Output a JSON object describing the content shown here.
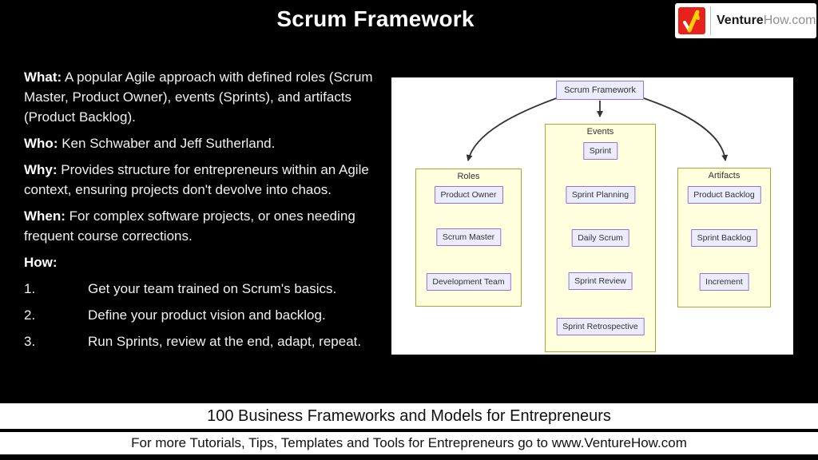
{
  "title": "Scrum Framework",
  "logo": {
    "brand_bold": "Venture",
    "brand_gray": "How.com",
    "mark": "red-square-yellow-check"
  },
  "description": {
    "paragraphs": [
      {
        "label": "What:",
        "text": "A popular Agile approach with defined roles (Scrum Master, Product Owner), events (Sprints), and artifacts (Product Backlog)."
      },
      {
        "label": "Who:",
        "text": "Ken Schwaber and Jeff Sutherland."
      },
      {
        "label": "Why:",
        "text": "Provides structure for entrepreneurs within an Agile context, ensuring projects don't devolve into chaos."
      },
      {
        "label": "When:",
        "text": "For complex software projects, or ones needing frequent course corrections."
      },
      {
        "label": "How:",
        "text": ""
      }
    ],
    "steps": [
      {
        "num": "1.",
        "text": "Get your team trained on Scrum's basics."
      },
      {
        "num": "2.",
        "text": "Define your product vision and backlog."
      },
      {
        "num": "3.",
        "text": "Run Sprints, review at the end, adapt, repeat."
      }
    ]
  },
  "diagram": {
    "root": "Scrum Framework",
    "groups": [
      {
        "label": "Roles",
        "items": [
          "Product Owner",
          "Scrum Master",
          "Development Team"
        ]
      },
      {
        "label": "Events",
        "items": [
          "Sprint",
          "Sprint Planning",
          "Daily Scrum",
          "Sprint Review",
          "Sprint Retrospective"
        ]
      },
      {
        "label": "Artifacts",
        "items": [
          "Product Backlog",
          "Sprint Backlog",
          "Increment"
        ]
      }
    ]
  },
  "footer": {
    "line1": "100 Business Frameworks and Models for Entrepreneurs",
    "line2": "For more Tutorials, Tips, Templates and Tools for Entrepreneurs go to www.VentureHow.com"
  },
  "colors": {
    "background": "#000000",
    "node_fill": "#ECECFF",
    "node_border": "#9370DB",
    "cluster_fill": "#FFFFDE",
    "cluster_border": "#AAAA33",
    "arrow": "#333333",
    "logo_red": "#E8211D",
    "logo_yellow": "#FFD200"
  }
}
